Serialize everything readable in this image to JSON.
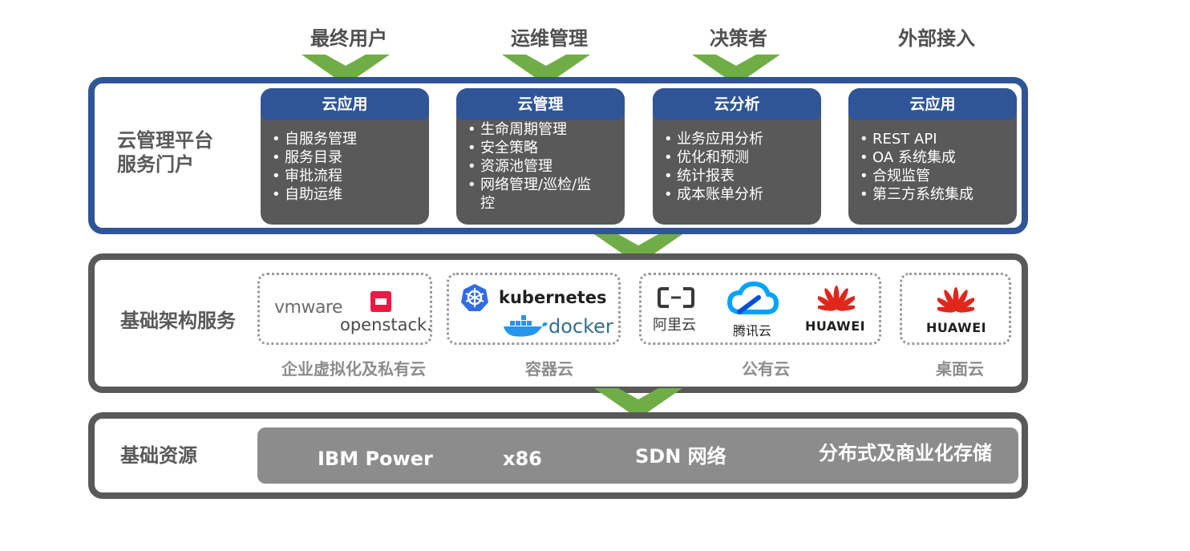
{
  "audiences": [
    "最终用户",
    "运维管理",
    "决策者",
    "外部接入"
  ],
  "portal": {
    "title_line1": "云管理平台",
    "title_line2": "服务门户",
    "cards": [
      {
        "title": "云应用",
        "items": [
          "自服务管理",
          "服务目录",
          "审批流程",
          "自助运维"
        ]
      },
      {
        "title": "云管理",
        "items": [
          "生命周期管理",
          "安全策略",
          "资源池管理",
          "网络管理/巡检/监控"
        ]
      },
      {
        "title": "云分析",
        "items": [
          "业务应用分析",
          "优化和预测",
          "统计报表",
          "成本账单分析"
        ]
      },
      {
        "title": "云应用",
        "items": [
          "REST API",
          "OA 系统集成",
          "合规监管",
          "第三方系统集成"
        ]
      }
    ]
  },
  "infra": {
    "title": "基础架构服务",
    "groups": [
      {
        "caption": "企业虚拟化及私有云",
        "logos": [
          "vmware",
          "openstack."
        ]
      },
      {
        "caption": "容器云",
        "logos": [
          "kubernetes",
          "docker"
        ]
      },
      {
        "caption": "公有云",
        "logos": [
          "阿里云",
          "腾讯云",
          "HUAWEI"
        ]
      },
      {
        "caption": "桌面云",
        "logos": [
          "HUAWEI"
        ]
      }
    ]
  },
  "resources": {
    "title": "基础资源",
    "items": [
      "IBM Power",
      "x86",
      "SDN 网络",
      "分布式及商业化存储"
    ]
  },
  "colors": {
    "blue": "#2f5597",
    "dark_gray": "#595959",
    "green": "#70ad47",
    "bar_gray": "#8c8c8c"
  }
}
